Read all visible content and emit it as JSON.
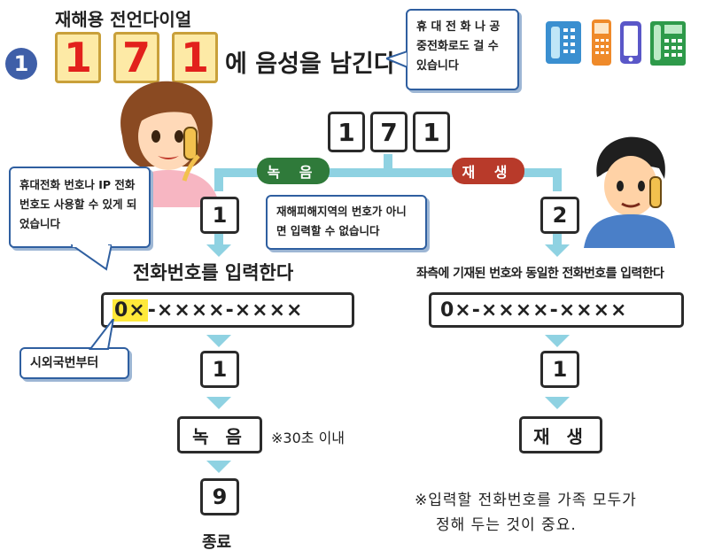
{
  "header": {
    "service_label": "재해용 전언다이얼",
    "step_number": "1",
    "dial_digits": [
      "1",
      "7",
      "1"
    ],
    "headline": "에 음성을 남긴다"
  },
  "phone_note": "휴 대 전 화 나 공중전화로도 걸 수 있습니다",
  "phone_icons": [
    "desk-phone-icon",
    "feature-phone-icon",
    "smartphone-icon",
    "public-phone-icon"
  ],
  "dial_center": [
    "1",
    "7",
    "1"
  ],
  "branch": {
    "record_label": "녹 음",
    "play_label": "재 생"
  },
  "left_flow": {
    "callout_ip": "휴대전화 번호나 IP 전화 번호도 사용할 수 있게 되었습니다",
    "step1_key": "1",
    "instruction": "전화번호를 입력한다",
    "number_prefix": "0×",
    "number_rest": "-××××-××××",
    "prefix_note": "시외국번부터",
    "step2_key": "1",
    "record_box": "녹 음",
    "record_limit": "※30초 이내",
    "step3_key": "9",
    "end_label": "종료"
  },
  "middle_note": "재해피해지역의 번호가 아니면 입력할 수 없습니다",
  "right_flow": {
    "step1_key": "2",
    "instruction": "좌측에 기재된 번호와 동일한 전화번호를 입력한다",
    "number": "0×-××××-××××",
    "step2_key": "1",
    "play_box": "재 생"
  },
  "footer_note_line1": "※입력할 전화번호를 가족 모두가",
  "footer_note_line2": "정해 두는 것이 중요.",
  "colors": {
    "record_green": "#2f7a3a",
    "play_red": "#b83a2a",
    "flow_blue": "#8fd2e2",
    "digit_red": "#e2211c",
    "key_yellow": "#fdeaa6",
    "highlight_yellow": "#ffe93a",
    "callout_border": "#2f5fa0"
  }
}
